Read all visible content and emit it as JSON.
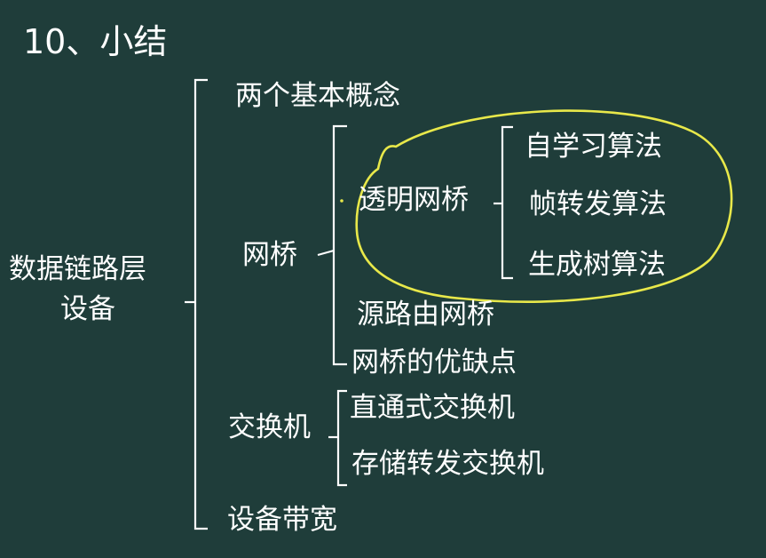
{
  "title": "10、小结",
  "root": {
    "line1": "数据链路层",
    "line2": "设备"
  },
  "level1": {
    "concepts": "两个基本概念",
    "bridge": "网桥",
    "switch": "交换机",
    "bandwidth": "设备带宽"
  },
  "bridge_children": {
    "transparent": "透明网桥",
    "source_route": "源路由网桥",
    "pros_cons": "网桥的优缺点"
  },
  "transparent_children": {
    "self_learning": "自学习算法",
    "forwarding": "帧转发算法",
    "spanning_tree": "生成树算法"
  },
  "switch_children": {
    "cut_through": "直通式交换机",
    "store_forward": "存储转发交换机"
  },
  "colors": {
    "background": "#1f3d3a",
    "text": "#ffffff",
    "annotation": "#e8e84a"
  }
}
